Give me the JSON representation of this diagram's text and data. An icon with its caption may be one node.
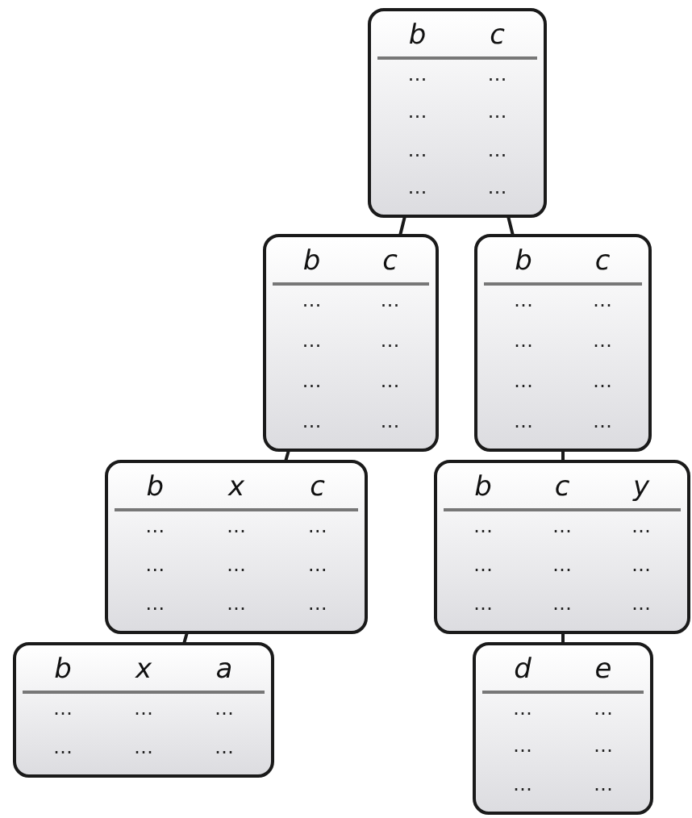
{
  "diagram": {
    "nodes": [
      {
        "text": [
          "b",
          "c",
          "⋯",
          "⋯",
          "⋯",
          "⋯",
          "⋯",
          "⋯",
          "⋯",
          "⋯"
        ]
      },
      {
        "text": [
          "b",
          "c",
          "⋯",
          "⋯",
          "⋯",
          "⋯",
          "⋯",
          "⋯",
          "⋯",
          "⋯"
        ]
      },
      {
        "text": [
          "b",
          "c",
          "⋯",
          "⋯",
          "⋯",
          "⋯",
          "⋯",
          "⋯",
          "⋯",
          "⋯"
        ]
      },
      {
        "text": [
          "b",
          "x",
          "c",
          "⋯",
          "⋯",
          "⋯",
          "⋯",
          "⋯",
          "⋯",
          "⋯",
          "⋯",
          "⋯"
        ]
      },
      {
        "text": [
          "b",
          "c",
          "y",
          "⋯",
          "⋯",
          "⋯",
          "⋯",
          "⋯",
          "⋯",
          "⋯",
          "⋯",
          "⋯"
        ]
      },
      {
        "text": [
          "b",
          "x",
          "a",
          "⋯",
          "⋯",
          "⋯",
          "⋯",
          "⋯",
          "⋯"
        ]
      },
      {
        "text": [
          "d",
          "e",
          "⋯",
          "⋯",
          "⋯",
          "⋯",
          "⋯",
          "⋯"
        ]
      }
    ],
    "edges": [
      {
        "from": 0,
        "to": 1,
        "arrow": "none"
      },
      {
        "from": 0,
        "to": 2,
        "arrow": "none"
      },
      {
        "from": 1,
        "to": 3,
        "arrow": "none"
      },
      {
        "from": 2,
        "to": 4,
        "arrow": "none"
      },
      {
        "from": 3,
        "to": 5,
        "arrow": "none"
      },
      {
        "from": 4,
        "to": 6,
        "arrow": "none"
      }
    ]
  }
}
